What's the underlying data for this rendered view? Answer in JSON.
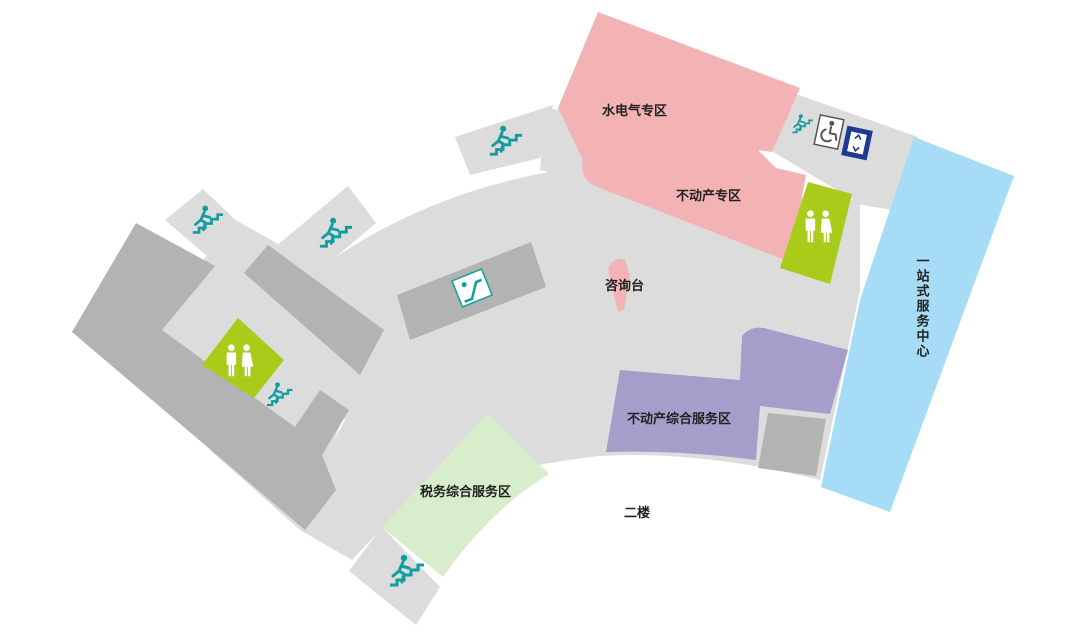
{
  "colors": {
    "corridor": "#dcdcdc",
    "block": "#b3b3b3",
    "pink_zone": "#f3b3b5",
    "purple_zone": "#a79dcb",
    "green_zone": "#d7edcc",
    "blue_zone": "#a6dcf5",
    "toilet": "#a9cb19",
    "stair_icon": "#119da0",
    "elevator_icon": "#1f3a93",
    "background": "#ffffff"
  },
  "map": {
    "zones": {
      "water_electric_gas": "水电气专区",
      "real_estate": "不动产专区",
      "info_desk": "咨询台",
      "real_estate_service": "不动产综合服务区",
      "tax_service": "税务综合服务区",
      "one_stop_service": "一站式服务中心",
      "floor_label": "二楼"
    },
    "icons": [
      "stairs-icon",
      "escalator-icon",
      "elevator-icon",
      "accessible-icon",
      "toilet-icon"
    ]
  }
}
